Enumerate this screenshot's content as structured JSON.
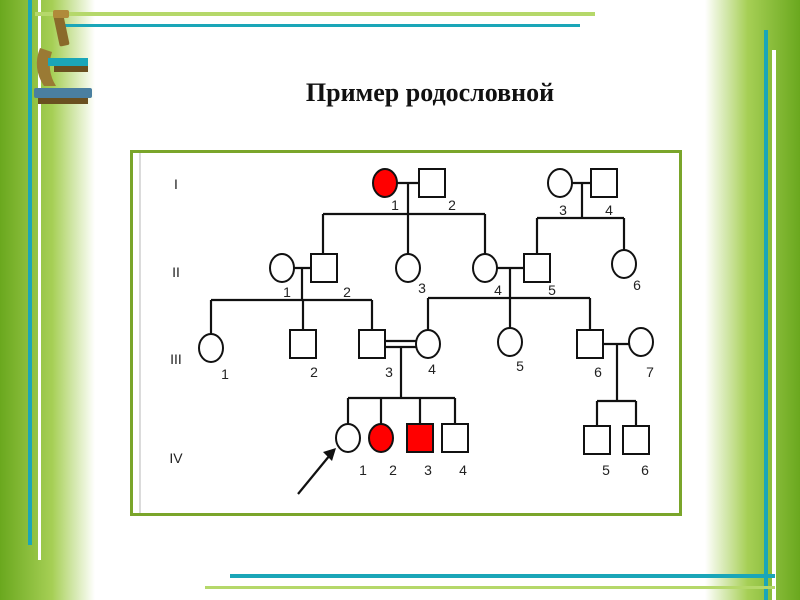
{
  "title": "Пример родословной",
  "colors": {
    "affected": "#ff0000",
    "accent_green": "#7aa52a",
    "accent_blue": "#1aa6b8"
  },
  "pedigree": {
    "generations": [
      "I",
      "II",
      "III",
      "IV"
    ],
    "individuals": {
      "I": [
        {
          "n": "1",
          "sex": "female",
          "affected": true
        },
        {
          "n": "2",
          "sex": "male",
          "affected": false
        },
        {
          "n": "3",
          "sex": "female",
          "affected": false
        },
        {
          "n": "4",
          "sex": "male",
          "affected": false
        }
      ],
      "II": [
        {
          "n": "1",
          "sex": "female",
          "affected": false
        },
        {
          "n": "2",
          "sex": "male",
          "affected": false
        },
        {
          "n": "3",
          "sex": "female",
          "affected": false
        },
        {
          "n": "4",
          "sex": "female",
          "affected": false
        },
        {
          "n": "5",
          "sex": "male",
          "affected": false
        },
        {
          "n": "6",
          "sex": "female",
          "affected": false
        }
      ],
      "III": [
        {
          "n": "1",
          "sex": "female",
          "affected": false
        },
        {
          "n": "2",
          "sex": "male",
          "affected": false
        },
        {
          "n": "3",
          "sex": "male",
          "affected": false
        },
        {
          "n": "4",
          "sex": "female",
          "affected": false
        },
        {
          "n": "5",
          "sex": "female",
          "affected": false
        },
        {
          "n": "6",
          "sex": "male",
          "affected": false
        },
        {
          "n": "7",
          "sex": "female",
          "affected": false
        }
      ],
      "IV": [
        {
          "n": "1",
          "sex": "female",
          "affected": false,
          "proband": true
        },
        {
          "n": "2",
          "sex": "female",
          "affected": true
        },
        {
          "n": "3",
          "sex": "male",
          "affected": true
        },
        {
          "n": "4",
          "sex": "male",
          "affected": false
        },
        {
          "n": "5",
          "sex": "male",
          "affected": false
        },
        {
          "n": "6",
          "sex": "male",
          "affected": false
        }
      ]
    }
  }
}
